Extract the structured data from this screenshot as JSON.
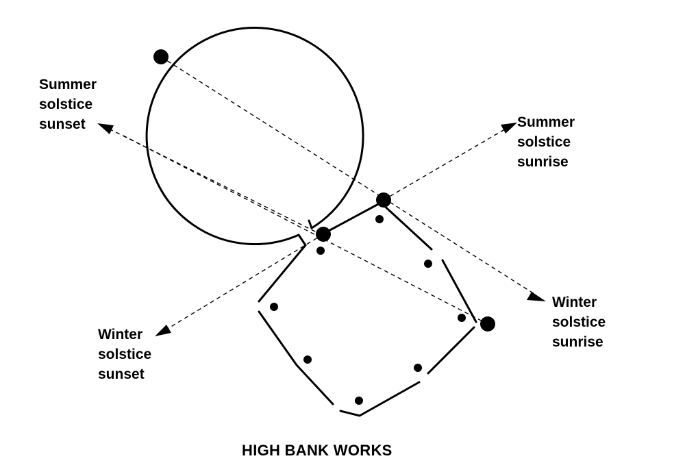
{
  "title": "HIGH BANK WORKS",
  "labels": {
    "summer_sunset": [
      "Summer",
      "solstice",
      "sunset"
    ],
    "summer_sunrise": [
      "Summer",
      "solstice",
      "sunrise"
    ],
    "winter_sunrise": [
      "Winter",
      "solstice",
      "sunrise"
    ],
    "winter_sunset": [
      "Winter",
      "solstice",
      "sunset"
    ]
  }
}
